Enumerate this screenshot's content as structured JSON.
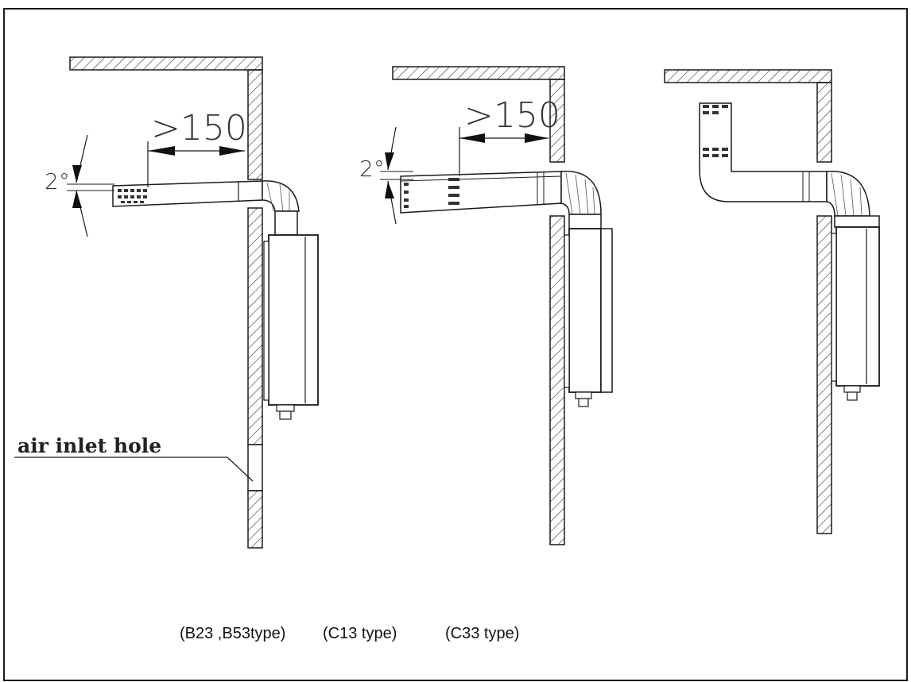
{
  "diagram": {
    "dimension_label": ">150",
    "angle_label": "2°",
    "annotation": "air inlet hole",
    "captions": [
      "(B23 ,B53type)",
      "(C13 type)",
      "(C33 type)"
    ]
  },
  "colors": {
    "line": "#1a1a1a",
    "hatch": "#333333"
  }
}
